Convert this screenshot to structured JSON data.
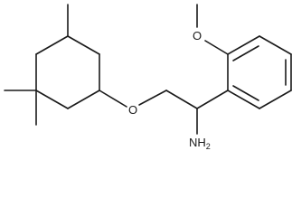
{
  "molecule": {
    "atom_labels": {
      "ether_oxygen": "O",
      "methoxy_oxygen": "O",
      "amine": "NH",
      "amine_subscript": "2"
    }
  }
}
